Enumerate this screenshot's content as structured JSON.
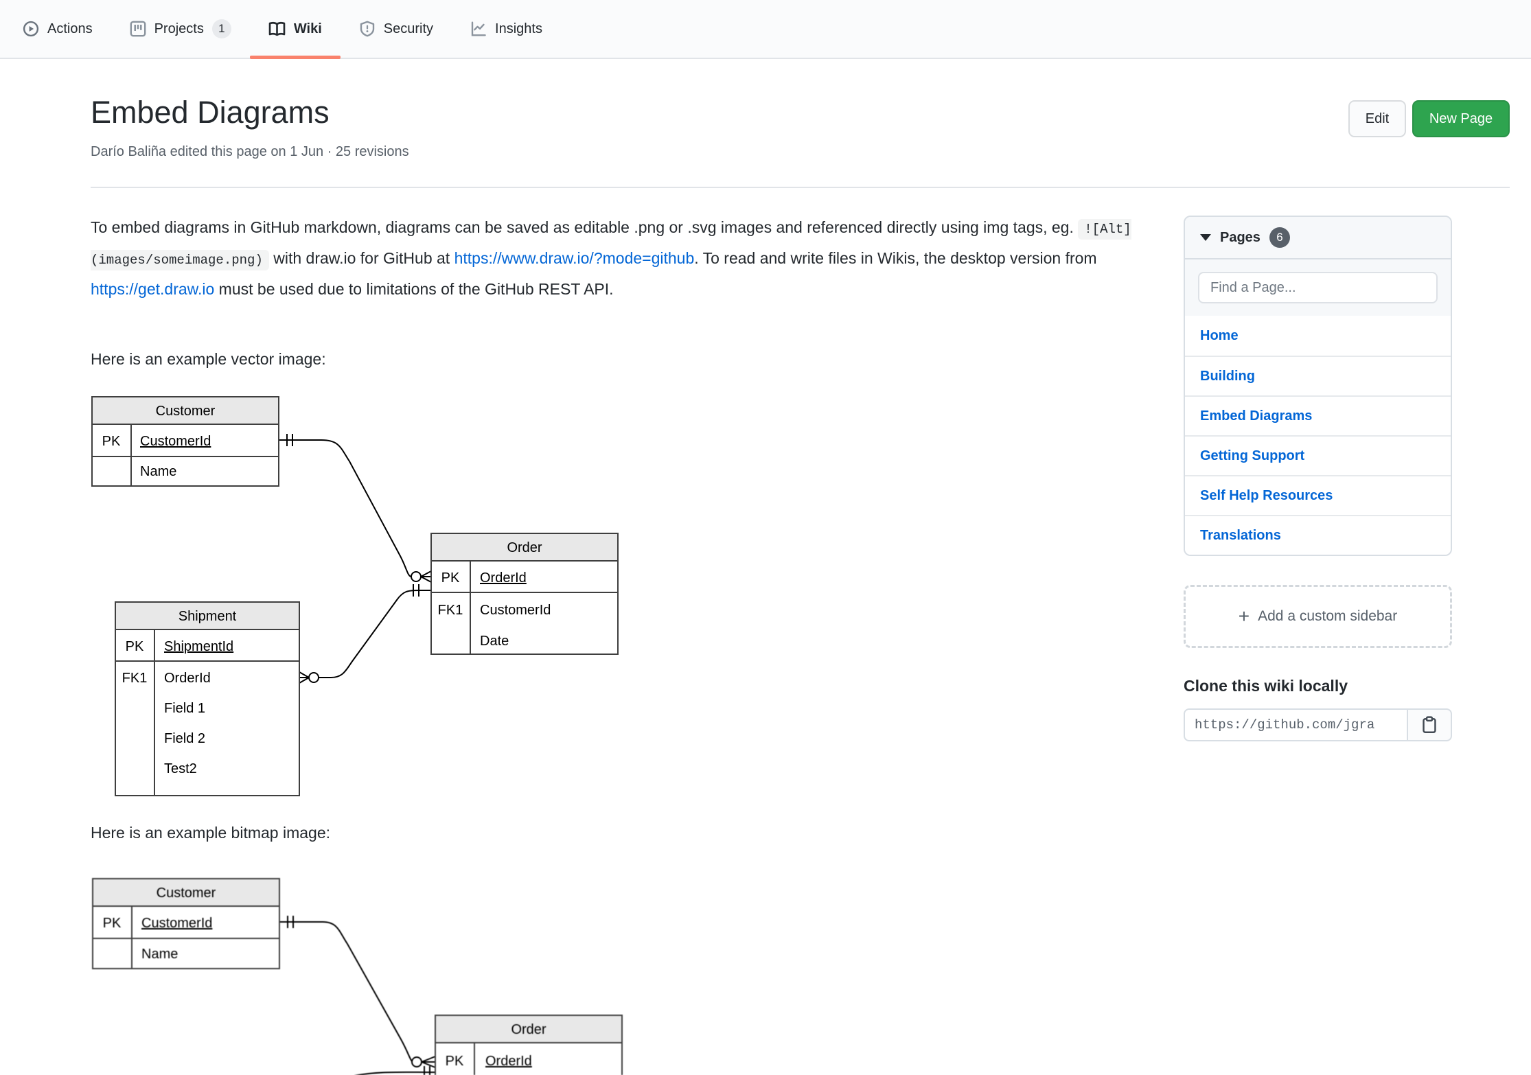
{
  "nav": {
    "tabs": [
      {
        "label": "Actions",
        "icon": "play-icon"
      },
      {
        "label": "Projects",
        "icon": "project-board-icon",
        "badge": "1"
      },
      {
        "label": "Wiki",
        "icon": "book-icon",
        "active": true
      },
      {
        "label": "Security",
        "icon": "shield-icon"
      },
      {
        "label": "Insights",
        "icon": "graph-icon"
      }
    ]
  },
  "header": {
    "title": "Embed Diagrams",
    "edited_line": "Darío Baliña edited this page on 1 Jun · 25 revisions",
    "edit_label": "Edit",
    "new_page_label": "New Page"
  },
  "article": {
    "intro_segments": [
      {
        "kind": "text",
        "text": "To embed diagrams in GitHub markdown, diagrams can be saved as editable .png or .svg images and referenced directly using img tags, eg. "
      },
      {
        "kind": "code",
        "text": "![Alt](images/someimage.png)"
      },
      {
        "kind": "text",
        "text": " with draw.io for GitHub at "
      },
      {
        "kind": "link",
        "text": "https://www.draw.io/?mode=github"
      },
      {
        "kind": "text",
        "text": ". To read and write files in Wikis, the desktop version from "
      },
      {
        "kind": "link",
        "text": "https://get.draw.io"
      },
      {
        "kind": "text",
        "text": " must be used due to limitations of the GitHub REST API."
      }
    ],
    "vector_caption": "Here is an example vector image:",
    "bitmap_caption": "Here is an example bitmap image:"
  },
  "diagram": {
    "customer": {
      "title": "Customer",
      "pk_key": "PK",
      "pk_field": "CustomerId",
      "field2": "Name"
    },
    "order": {
      "title": "Order",
      "pk_key": "PK",
      "pk_field": "OrderId",
      "fk_key": "FK1",
      "fk_field": "CustomerId",
      "field3": "Date"
    },
    "shipment": {
      "title": "Shipment",
      "pk_key": "PK",
      "pk_field": "ShipmentId",
      "fk_key": "FK1",
      "fk_field": "OrderId",
      "field3": "Field 1",
      "field4": "Field 2",
      "field5": "Test2"
    },
    "relations": [
      {
        "from": "Customer.CustomerId",
        "to": "Order.CustomerId",
        "from_cardinality": "one-and-only-one",
        "to_cardinality": "zero-or-many"
      },
      {
        "from": "Shipment.OrderId",
        "to": "Order.OrderId",
        "from_cardinality": "zero-or-many",
        "to_cardinality": "one-and-only-one"
      }
    ]
  },
  "sidebar": {
    "pages_title": "Pages",
    "pages_count": "6",
    "search_placeholder": "Find a Page...",
    "items": [
      "Home",
      "Building",
      "Embed Diagrams",
      "Getting Support",
      "Self Help Resources",
      "Translations"
    ],
    "add_sidebar_label": "Add a custom sidebar",
    "clone_heading": "Clone this wiki locally",
    "clone_url": "https://github.com/jgra"
  },
  "colors": {
    "tab_underline_orange": "#f9826c",
    "link_blue": "#0366d6",
    "new_page_green": "#2ea44f",
    "pages_badge_gray": "#586069",
    "table_header_gray": "#e8e8e8"
  }
}
